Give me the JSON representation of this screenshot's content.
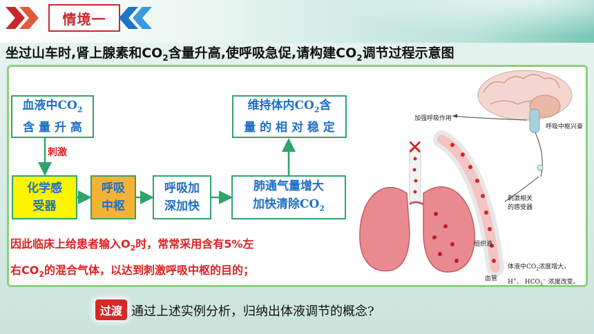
{
  "header": {
    "title": "情境一",
    "headline": [
      "坐过山车时,肾上腺素和CO",
      "2",
      "含量升高,使呼吸急促,请构建CO",
      "2",
      "调节过程示意图"
    ]
  },
  "flow": {
    "co2_rise": [
      "血液中CO",
      "2",
      "含 量 升 高"
    ],
    "stimulate": "刺激",
    "chemoreceptor": [
      "化学感",
      "受器"
    ],
    "resp_center": [
      "呼吸",
      "中枢"
    ],
    "deepen": [
      "呼吸加",
      "深加快"
    ],
    "lung_vent": [
      "肺通气量增大",
      "加快清除CO",
      "2"
    ],
    "maintain": [
      "维持体内CO",
      "2",
      "含",
      "量 的 相 对 稳 定"
    ]
  },
  "note": {
    "line1": [
      "因此临床上给患者输入O",
      "2",
      "时，常常采用含有5%左"
    ],
    "line2": [
      "右CO",
      "2",
      "的混合气体，以达到刺激呼吸中枢的目的；"
    ]
  },
  "illustration": {
    "enhance_breathing": "加强呼吸作用",
    "center_excited": "呼吸中枢兴奋",
    "stimulate_receptor": [
      "刺激相关",
      "的感受器"
    ],
    "tissue_fluid": "组织液",
    "blood_vessel": "血管",
    "body_fluid_change": [
      "体液中CO",
      "2",
      "浓度增大，",
      "H",
      "+",
      "、 HCO",
      "3",
      "−",
      " 浓度改变。"
    ]
  },
  "footer": {
    "tag": "过渡",
    "prompt": "通过上述实例分析，归纳出体液调节的概念?"
  },
  "colors": {
    "accent_red": "#c9272d",
    "node_border": "#2ea36b",
    "node_text": "#1e6fc7",
    "yellow": "#fdf400",
    "orange": "#f7b233",
    "note_red": "#e02020"
  }
}
